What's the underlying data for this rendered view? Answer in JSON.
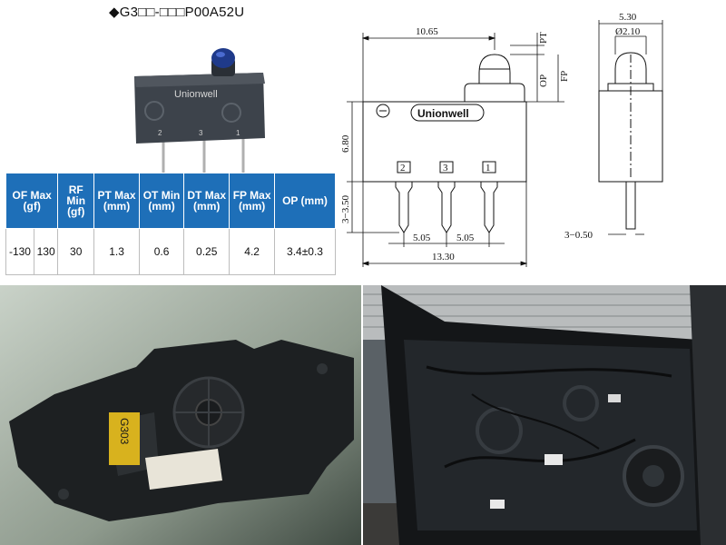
{
  "header": {
    "title": "◆G3□□-□□□P00A52U"
  },
  "product": {
    "brand": "Unionwell",
    "terminal_labels": [
      "2",
      "3",
      "1"
    ]
  },
  "drawing": {
    "brand": "Unionwell",
    "terminal_labels": [
      "2",
      "3",
      "1"
    ],
    "dims": {
      "width_top": "10.65",
      "height_body": "6.80",
      "pin_length": "3−3.50",
      "pin_pitch_left": "5.05",
      "pin_pitch_right": "5.05",
      "width_bottom": "13.30",
      "pt": "PT",
      "op": "OP",
      "fp": "FP",
      "side_width": "5.30",
      "plunger_dia": "Ø2.10",
      "pin_thickness": "3−0.50"
    }
  },
  "spec_table": {
    "headers": [
      "OF Max (gf)",
      "RF Min (gf)",
      "PT Max (mm)",
      "OT Min (mm)",
      "DT Max (mm)",
      "FP Max (mm)",
      "OP (mm)"
    ],
    "row": [
      "-130",
      "130",
      "30",
      "1.3",
      "0.6",
      "0.25",
      "4.2",
      "3.4±0.3"
    ]
  },
  "photos": {
    "housing_label": "G303",
    "door": ""
  }
}
